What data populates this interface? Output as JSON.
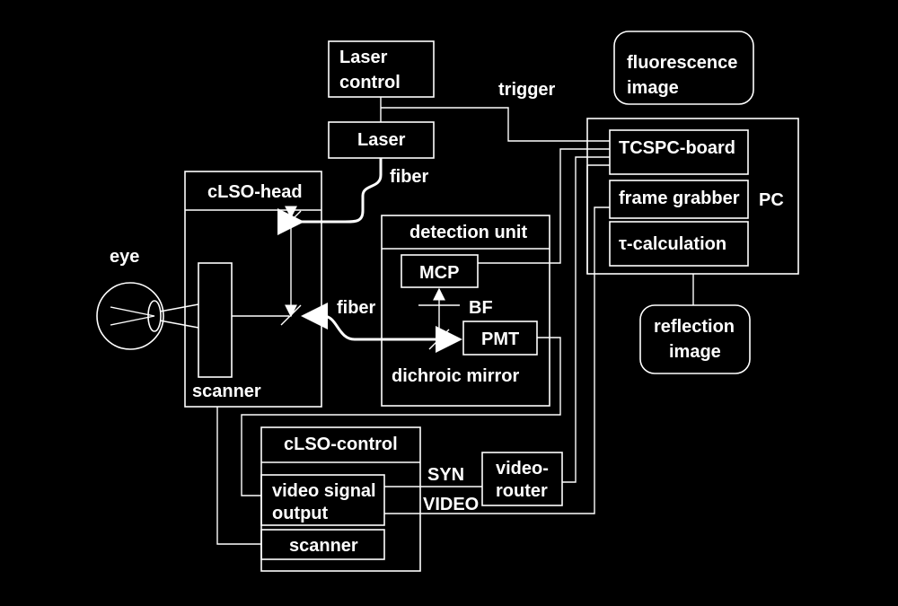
{
  "colors": {
    "background": "#000000",
    "foreground": "#ffffff"
  },
  "labels": {
    "laser_control_1": "Laser",
    "laser_control_2": "control",
    "laser": "Laser",
    "trigger": "trigger",
    "fluorescence_1": "fluorescence",
    "fluorescence_2": "image",
    "tcspc_board": "TCSPC-board",
    "frame_grabber": "frame grabber",
    "tau_calc": "τ-calculation",
    "pc": "PC",
    "reflection_1": "reflection",
    "reflection_2": "image",
    "fiber_top": "fiber",
    "fiber_mid": "fiber",
    "clso_head": "cLSO-head",
    "eye": "eye",
    "scanner_head": "scanner",
    "detection_unit": "detection unit",
    "mcp": "MCP",
    "bf": "BF",
    "pmt": "PMT",
    "dichroic_mirror": "dichroic mirror",
    "clso_control": "cLSO-control",
    "video_signal_1": "video signal",
    "video_signal_2": "output",
    "scanner_control": "scanner",
    "syn": "SYN",
    "video": "VIDEO",
    "video_router_1": "video-",
    "video_router_2": "router"
  }
}
